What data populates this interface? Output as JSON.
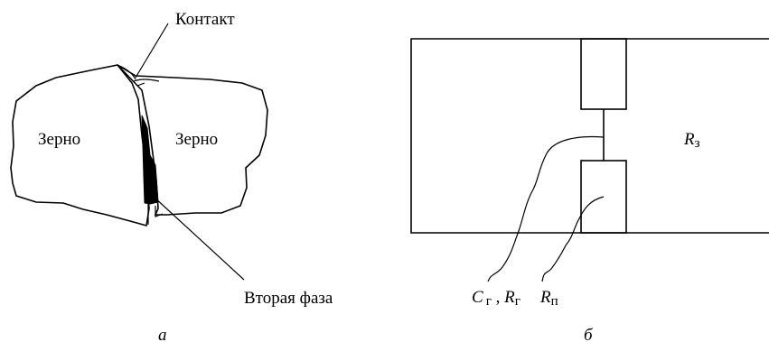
{
  "panel_a": {
    "grain_left_label": "Зерно",
    "grain_right_label": "Зерно",
    "contact_label": "Контакт",
    "second_phase_label": "Вторая фаза",
    "caption": "а"
  },
  "panel_b": {
    "r3_label": "R",
    "r3_sub": "з",
    "cg_label": "C",
    "cg_sub": "г",
    "cg_sep": " , ",
    "rg_label": "R",
    "rg_sub": "г",
    "rp_label": "R",
    "rp_sub": "п",
    "caption": "б"
  }
}
